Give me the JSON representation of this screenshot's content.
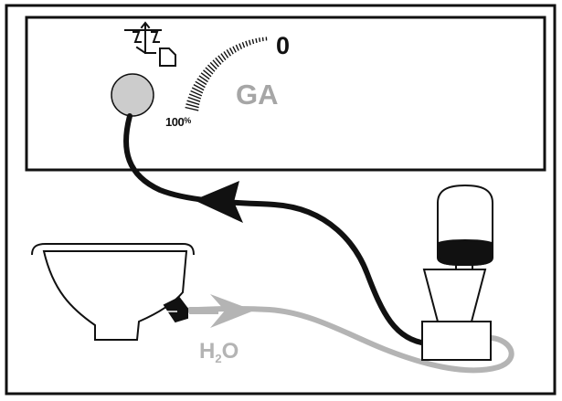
{
  "gauge": {
    "max_label": "0",
    "percent_label": "100",
    "percent_suffix": "%",
    "unit_label": "GA"
  },
  "inlet": {
    "label_main": "H",
    "label_sub": "2",
    "label_tail": "O"
  },
  "colors": {
    "line_black": "#111111",
    "water_grey": "#b4b4b4",
    "knob_fill": "#cccccc",
    "gauge_text": "#a6a6a6",
    "tank_fill": "#111111"
  },
  "icons": {
    "control_symbol": "spray-control-icon",
    "flow_arrow": "flow-arrow-icon",
    "water_arrow": "water-inlet-arrow-icon"
  }
}
